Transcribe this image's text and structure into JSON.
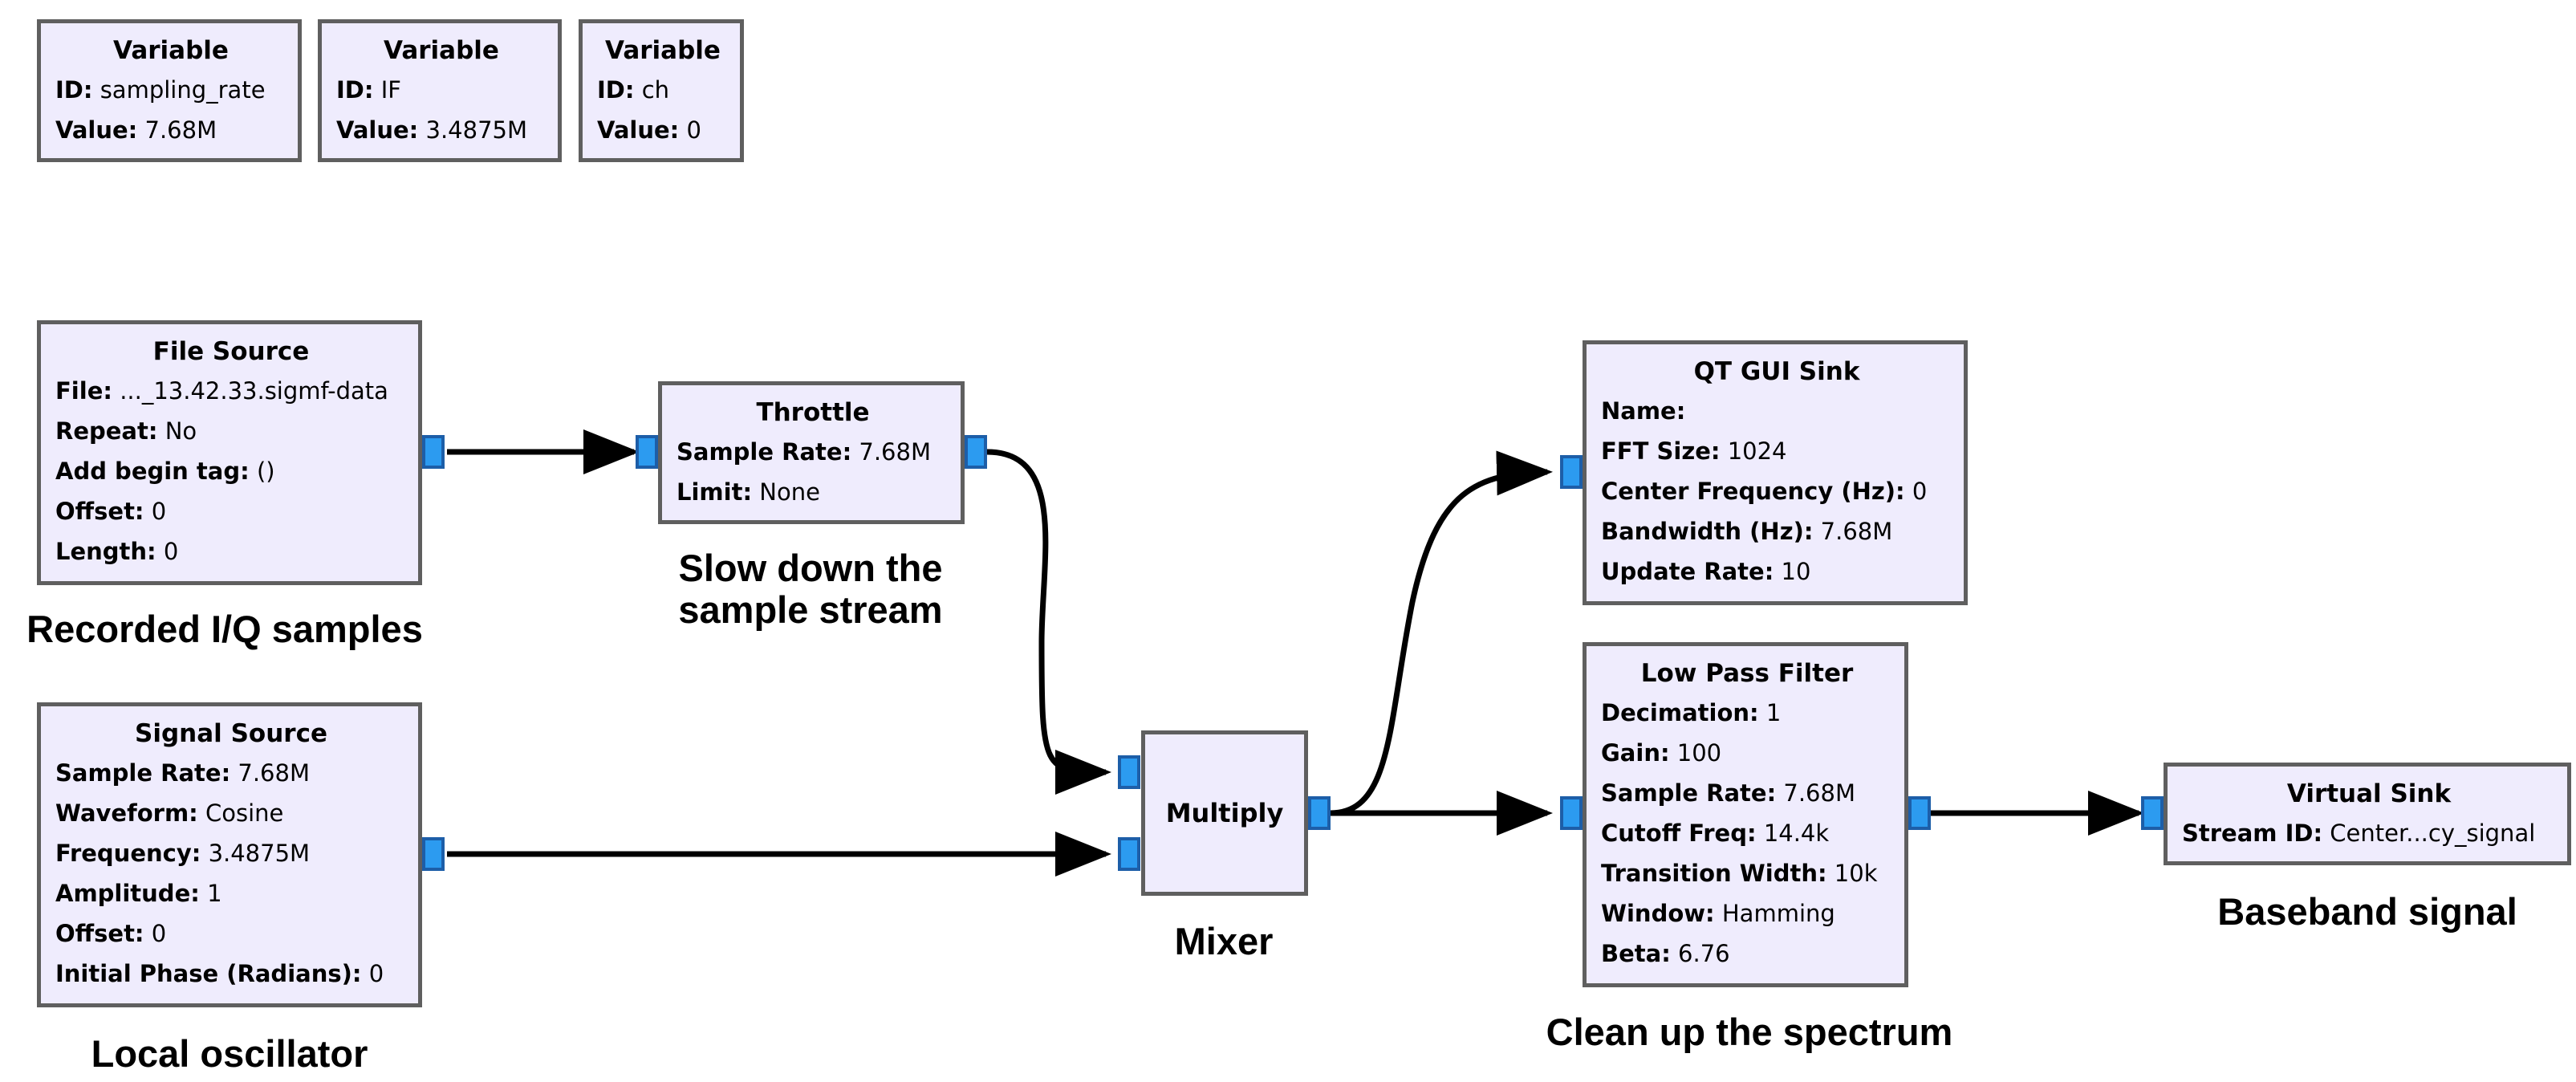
{
  "variables": [
    {
      "title": "Variable",
      "id_label": "ID:",
      "id_value": "sampling_rate",
      "value_label": "Value:",
      "value_value": "7.68M"
    },
    {
      "title": "Variable",
      "id_label": "ID:",
      "id_value": "IF",
      "value_label": "Value:",
      "value_value": "3.4875M"
    },
    {
      "title": "Variable",
      "id_label": "ID:",
      "id_value": "ch",
      "value_label": "Value:",
      "value_value": "0"
    }
  ],
  "file_source": {
    "title": "File Source",
    "params": [
      {
        "key": "File:",
        "value": "..._13.42.33.sigmf-data"
      },
      {
        "key": "Repeat:",
        "value": "No"
      },
      {
        "key": "Add begin tag:",
        "value": "()"
      },
      {
        "key": "Offset:",
        "value": "0"
      },
      {
        "key": "Length:",
        "value": "0"
      }
    ],
    "caption": "Recorded I/Q samples"
  },
  "throttle": {
    "title": "Throttle",
    "params": [
      {
        "key": "Sample Rate:",
        "value": "7.68M"
      },
      {
        "key": "Limit:",
        "value": "None"
      }
    ],
    "caption_line1": "Slow down the",
    "caption_line2": "sample stream"
  },
  "signal_source": {
    "title": "Signal Source",
    "params": [
      {
        "key": "Sample Rate:",
        "value": "7.68M"
      },
      {
        "key": "Waveform:",
        "value": "Cosine"
      },
      {
        "key": "Frequency:",
        "value": "3.4875M"
      },
      {
        "key": "Amplitude:",
        "value": "1"
      },
      {
        "key": "Offset:",
        "value": "0"
      },
      {
        "key": "Initial Phase (Radians):",
        "value": "0"
      }
    ],
    "caption": "Local oscillator"
  },
  "multiply": {
    "title": "Multiply",
    "caption": "Mixer"
  },
  "qt_gui_sink": {
    "title": "QT GUI Sink",
    "params": [
      {
        "key": "Name:",
        "value": ""
      },
      {
        "key": "FFT Size:",
        "value": "1024"
      },
      {
        "key": "Center Frequency (Hz):",
        "value": "0"
      },
      {
        "key": "Bandwidth (Hz):",
        "value": "7.68M"
      },
      {
        "key": "Update Rate:",
        "value": "10"
      }
    ]
  },
  "low_pass_filter": {
    "title": "Low Pass Filter",
    "params": [
      {
        "key": "Decimation:",
        "value": "1"
      },
      {
        "key": "Gain:",
        "value": "100"
      },
      {
        "key": "Sample Rate:",
        "value": "7.68M"
      },
      {
        "key": "Cutoff Freq:",
        "value": "14.4k"
      },
      {
        "key": "Transition Width:",
        "value": "10k"
      },
      {
        "key": "Window:",
        "value": "Hamming"
      },
      {
        "key": "Beta:",
        "value": "6.76"
      }
    ],
    "caption": "Clean up the spectrum"
  },
  "virtual_sink": {
    "title": "Virtual Sink",
    "params": [
      {
        "key": "Stream ID:",
        "value": "Center...cy_signal"
      }
    ],
    "caption": "Baseband signal"
  },
  "colors": {
    "block_fill": "#efecfd",
    "block_border": "#5f5f5f",
    "port_fill": "#2c9bf0",
    "port_border": "#1d5ea8",
    "wire": "#000000"
  }
}
